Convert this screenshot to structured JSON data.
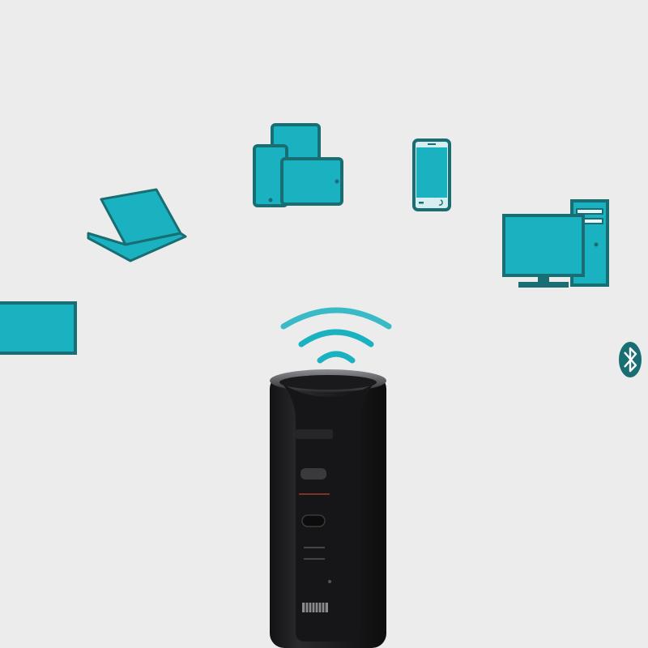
{
  "scene": {
    "background": "#ececec",
    "accent": "#1ab2c0",
    "accent_dark": "#196e73",
    "scanner_body": "#1d1d1f",
    "devices": [
      {
        "id": "monitor-left",
        "icon": "monitor-icon"
      },
      {
        "id": "laptop",
        "icon": "laptop-icon"
      },
      {
        "id": "tablet-group",
        "icon": "tablet-phone-icon"
      },
      {
        "id": "smartphone",
        "icon": "smartphone-icon"
      },
      {
        "id": "desktop-pc",
        "icon": "desktop-computer-icon"
      },
      {
        "id": "bluetooth",
        "icon": "bluetooth-icon"
      }
    ],
    "signal": {
      "icon": "wireless-signal-icon"
    },
    "product": {
      "icon": "barcode-scanner-icon"
    }
  }
}
